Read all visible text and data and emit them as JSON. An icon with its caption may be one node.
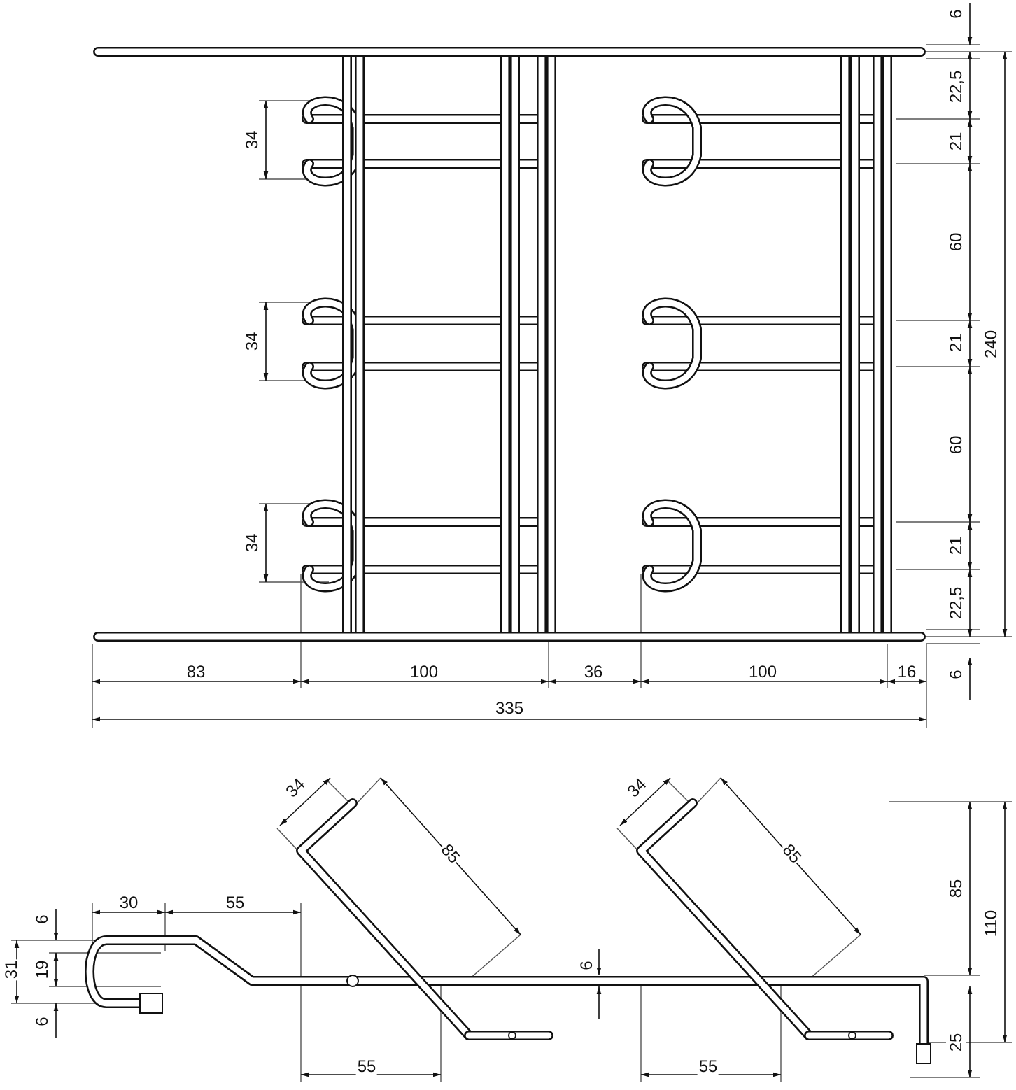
{
  "diagram": {
    "labels": [
      "6",
      "22,5",
      "34",
      "21",
      "60",
      "240",
      "34",
      "21",
      "60",
      "34",
      "21",
      "22,5",
      "6",
      "83",
      "100",
      "36",
      "100",
      "16",
      "335",
      "34",
      "34",
      "85",
      "85",
      "30",
      "55",
      "6",
      "85",
      "31",
      "19",
      "110",
      "6",
      "6",
      "25",
      "55",
      "55"
    ]
  }
}
